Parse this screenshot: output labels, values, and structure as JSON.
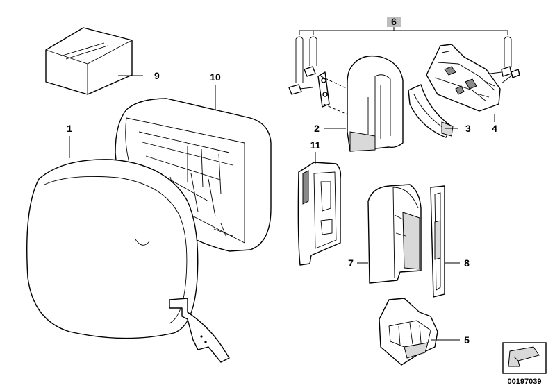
{
  "callouts": {
    "c1": "1",
    "c2": "2",
    "c3": "3",
    "c4": "4",
    "c5": "5",
    "c6": "6",
    "c7": "7",
    "c8": "8",
    "c9": "9",
    "c10": "10",
    "c11": "11"
  },
  "diagram_id": "00197039",
  "highlight_color": "#bdbdbd"
}
